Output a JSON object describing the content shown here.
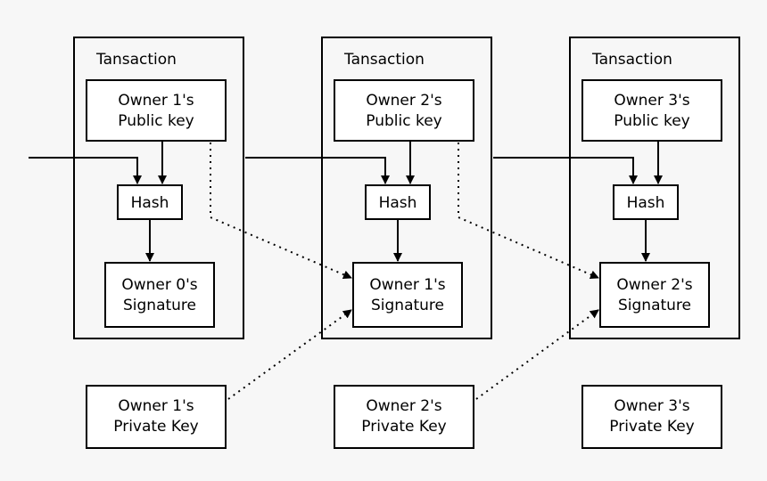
{
  "transactions": [
    {
      "title": "Tansaction",
      "public_key": [
        "Owner 1's",
        "Public key"
      ],
      "hash": "Hash",
      "signature": [
        "Owner 0's",
        "Signature"
      ],
      "private_key": [
        "Owner 1's",
        "Private Key"
      ]
    },
    {
      "title": "Tansaction",
      "public_key": [
        "Owner 2's",
        "Public key"
      ],
      "hash": "Hash",
      "signature": [
        "Owner 1's",
        "Signature"
      ],
      "private_key": [
        "Owner 2's",
        "Private Key"
      ]
    },
    {
      "title": "Tansaction",
      "public_key": [
        "Owner 3's",
        "Public key"
      ],
      "hash": "Hash",
      "signature": [
        "Owner 2's",
        "Signature"
      ],
      "private_key": [
        "Owner 3's",
        "Private Key"
      ]
    }
  ]
}
